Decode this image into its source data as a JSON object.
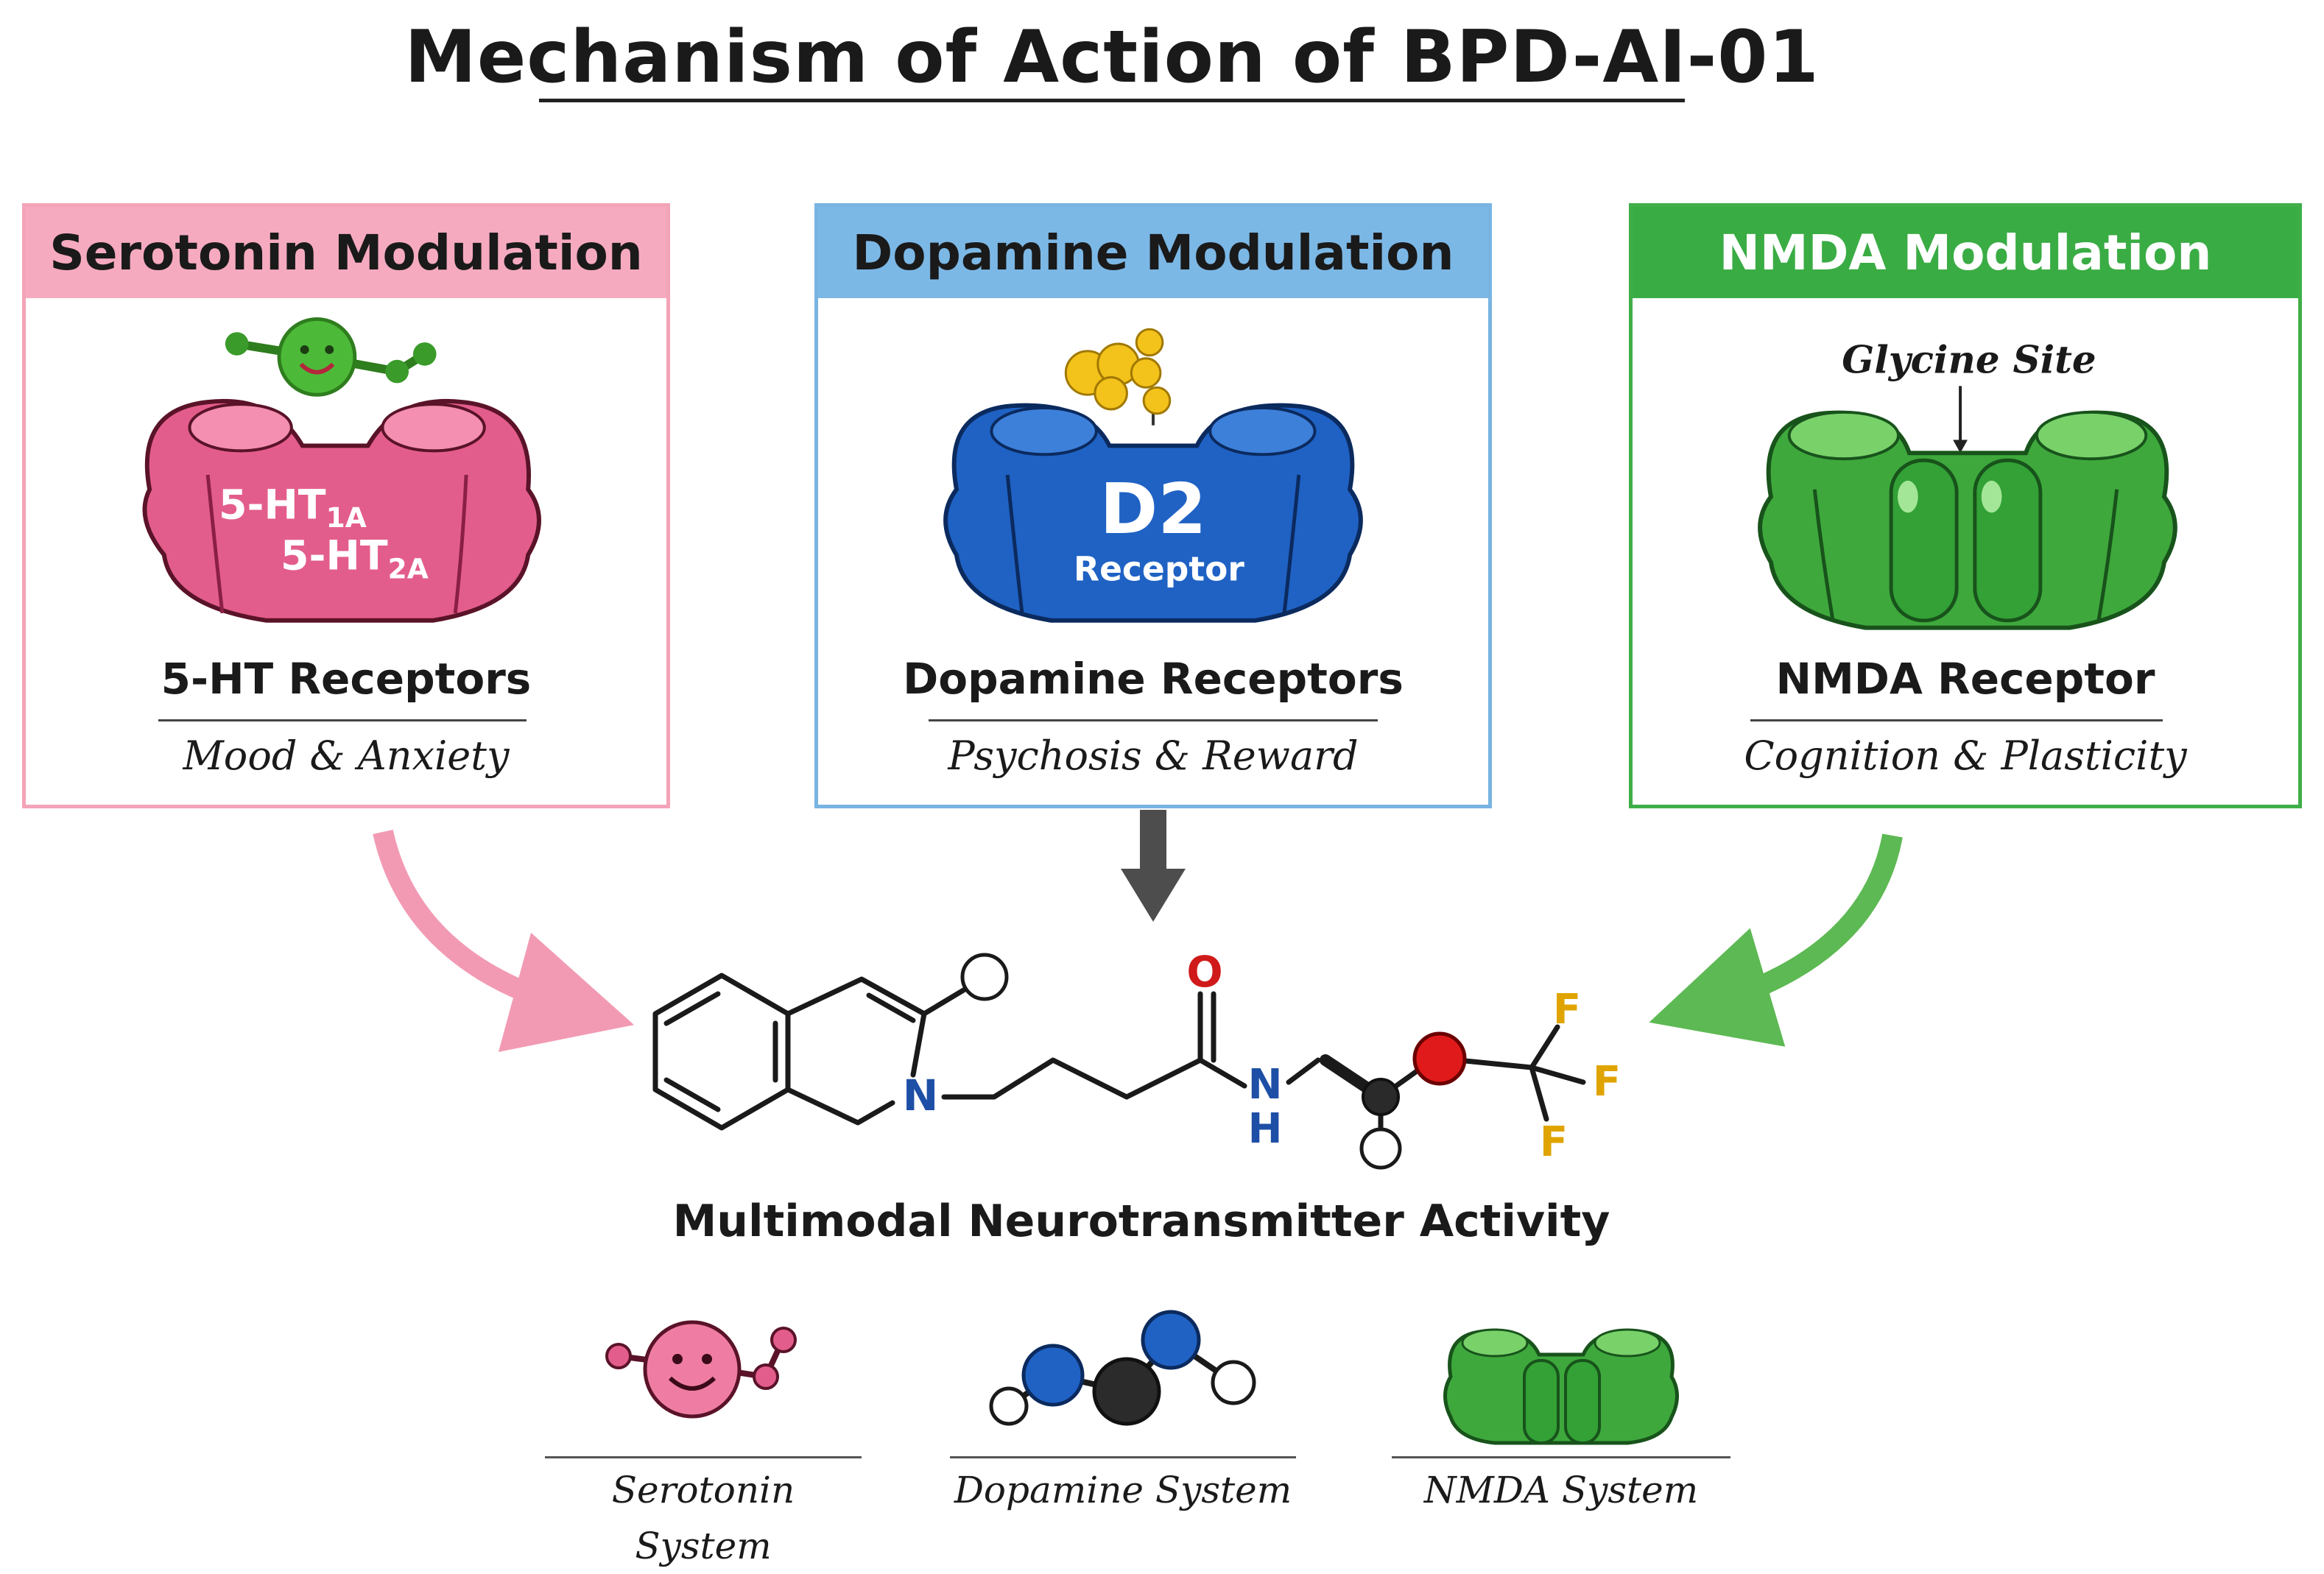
{
  "title": "Mechanism of Action of BPD-AI-01",
  "panels": {
    "serotonin": {
      "header": "Serotonin Modulation",
      "receptor_label_1": "5-HT",
      "receptor_sub_1": "1A",
      "receptor_label_2": "5-HT",
      "receptor_sub_2": "2A",
      "name": "5-HT Receptors",
      "description": "Mood & Anxiety",
      "color": "#f6aac0"
    },
    "dopamine": {
      "header": "Dopamine Modulation",
      "receptor_main": "D2",
      "receptor_sub": "Receptor",
      "name": "Dopamine Receptors",
      "description": "Psychosis & Reward",
      "color": "#7cb8e6"
    },
    "nmda": {
      "header": "NMDA Modulation",
      "site_label": "Glycine Site",
      "name": "NMDA Receptor",
      "description": "Cognition & Plasticity",
      "color": "#3aac44"
    }
  },
  "molecule": {
    "atom_N": "N",
    "atom_O": "O",
    "atom_NH_N": "N",
    "atom_NH_H": "H",
    "atom_F": "F"
  },
  "caption": "Multimodal Neurotransmitter Activity",
  "legend": [
    {
      "label": "Serotonin System",
      "icon": "serotonin-molecule-icon"
    },
    {
      "label": "Dopamine System",
      "icon": "dopamine-molecule-icon"
    },
    {
      "label": "NMDA System",
      "icon": "nmda-receptor-icon"
    }
  ]
}
